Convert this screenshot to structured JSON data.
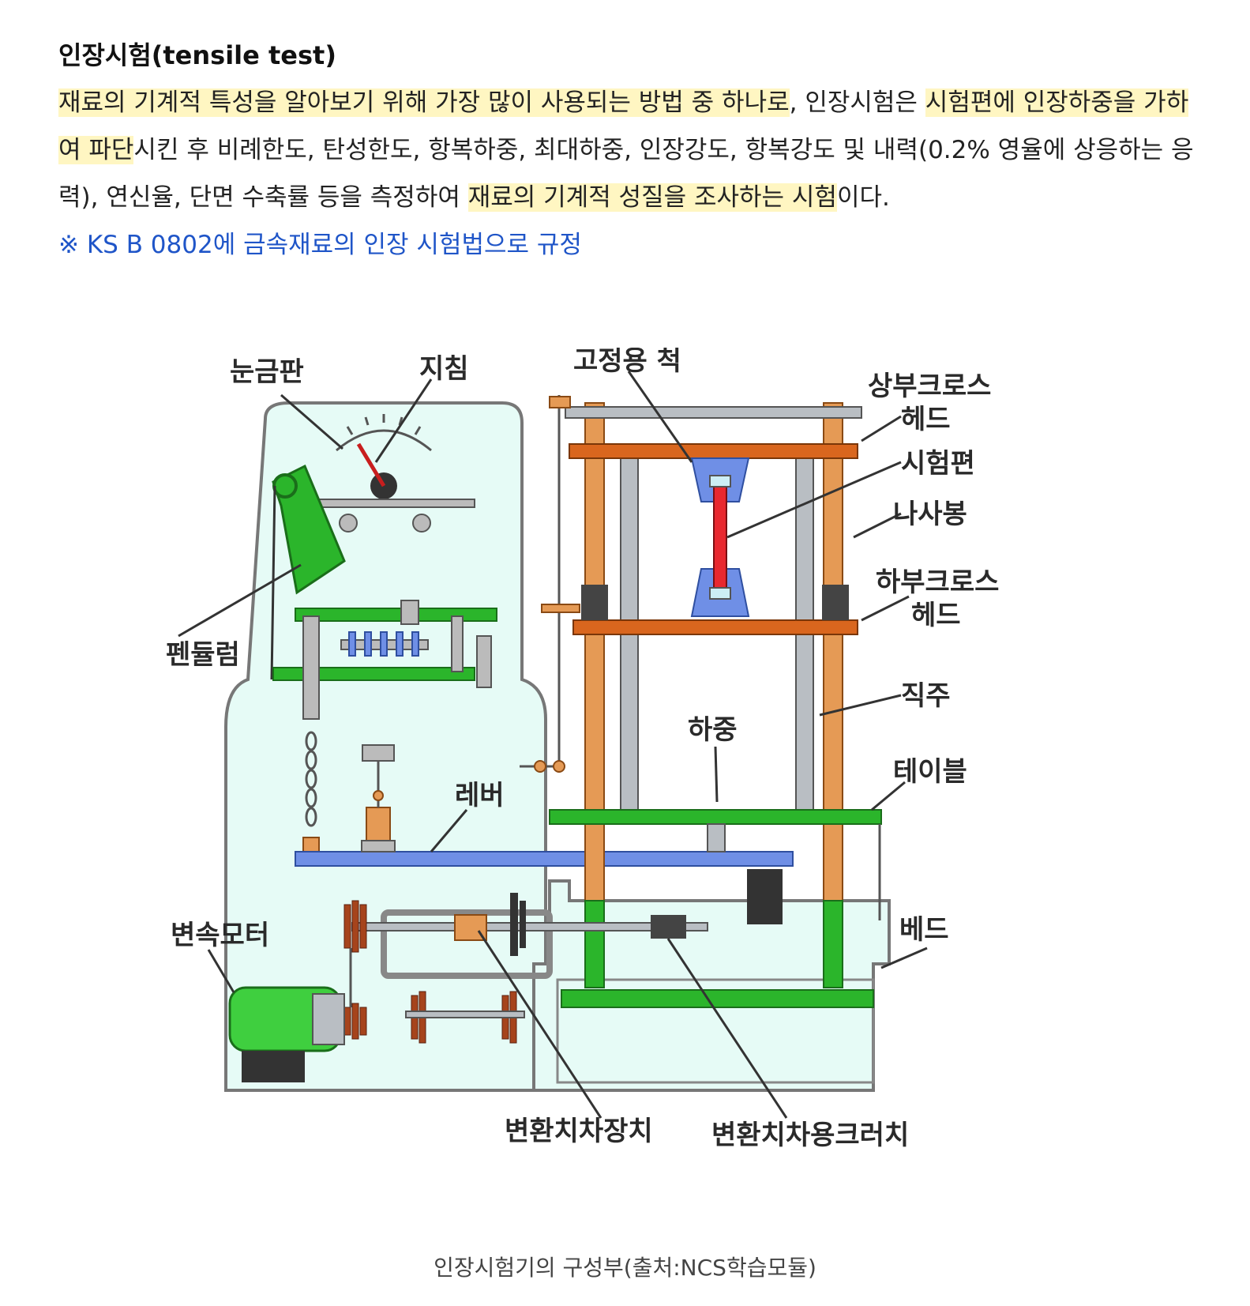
{
  "heading": "인장시험(tensile test)",
  "paragraph": {
    "segments": [
      {
        "text": "재료의 기계적 특성을 알아보기 위해 가장 많이 사용되는 방법 중 하나로",
        "highlight": true
      },
      {
        "text": ", 인장시험은 ",
        "highlight": false
      },
      {
        "text": "시험편에 인장하중을 가하여 파단",
        "highlight": true
      },
      {
        "text": "시킨 후 비례한도, 탄성한도, 항복하중, 최대하중, 인장강도, 항복강도 및 내력(0.2% 영율에 상응하는 응력), 연신율, 단면 수축률 등을 측정하여 ",
        "highlight": false
      },
      {
        "text": "재료의 기계적 성질을 조사하는 시험",
        "highlight": true
      },
      {
        "text": "이다.",
        "highlight": false
      }
    ]
  },
  "note": "※ KS B 0802에 금속재료의 인장 시험법으로  규정",
  "figure": {
    "labels": {
      "scale_plate": "눈금판",
      "pointer": "지침",
      "fixing_chuck": "고정용 척",
      "upper_crosshead_1": "상부크로스",
      "upper_crosshead_2": "헤드",
      "specimen": "시험편",
      "screw_rod": "나사봉",
      "lower_crosshead_1": "하부크로스",
      "lower_crosshead_2": "헤드",
      "pendulum": "펜듈럼",
      "column": "직주",
      "load": "하중",
      "table": "테이블",
      "lever": "레버",
      "motor": "변속모터",
      "bed": "베드",
      "gear_change_device": "변환치차장치",
      "gear_change_clutch": "변환치차용크러치"
    }
  },
  "caption": "인장시험기의 구성부(출처:NCS학습모듈)",
  "colors": {
    "highlight": "#fff6c2",
    "note": "#1f55c8",
    "frame_fill": "#e6fbf6",
    "orange": "#d9661e",
    "green": "#2bb52b",
    "blue": "#6f8fe6",
    "steel": "#9aa0a6"
  }
}
